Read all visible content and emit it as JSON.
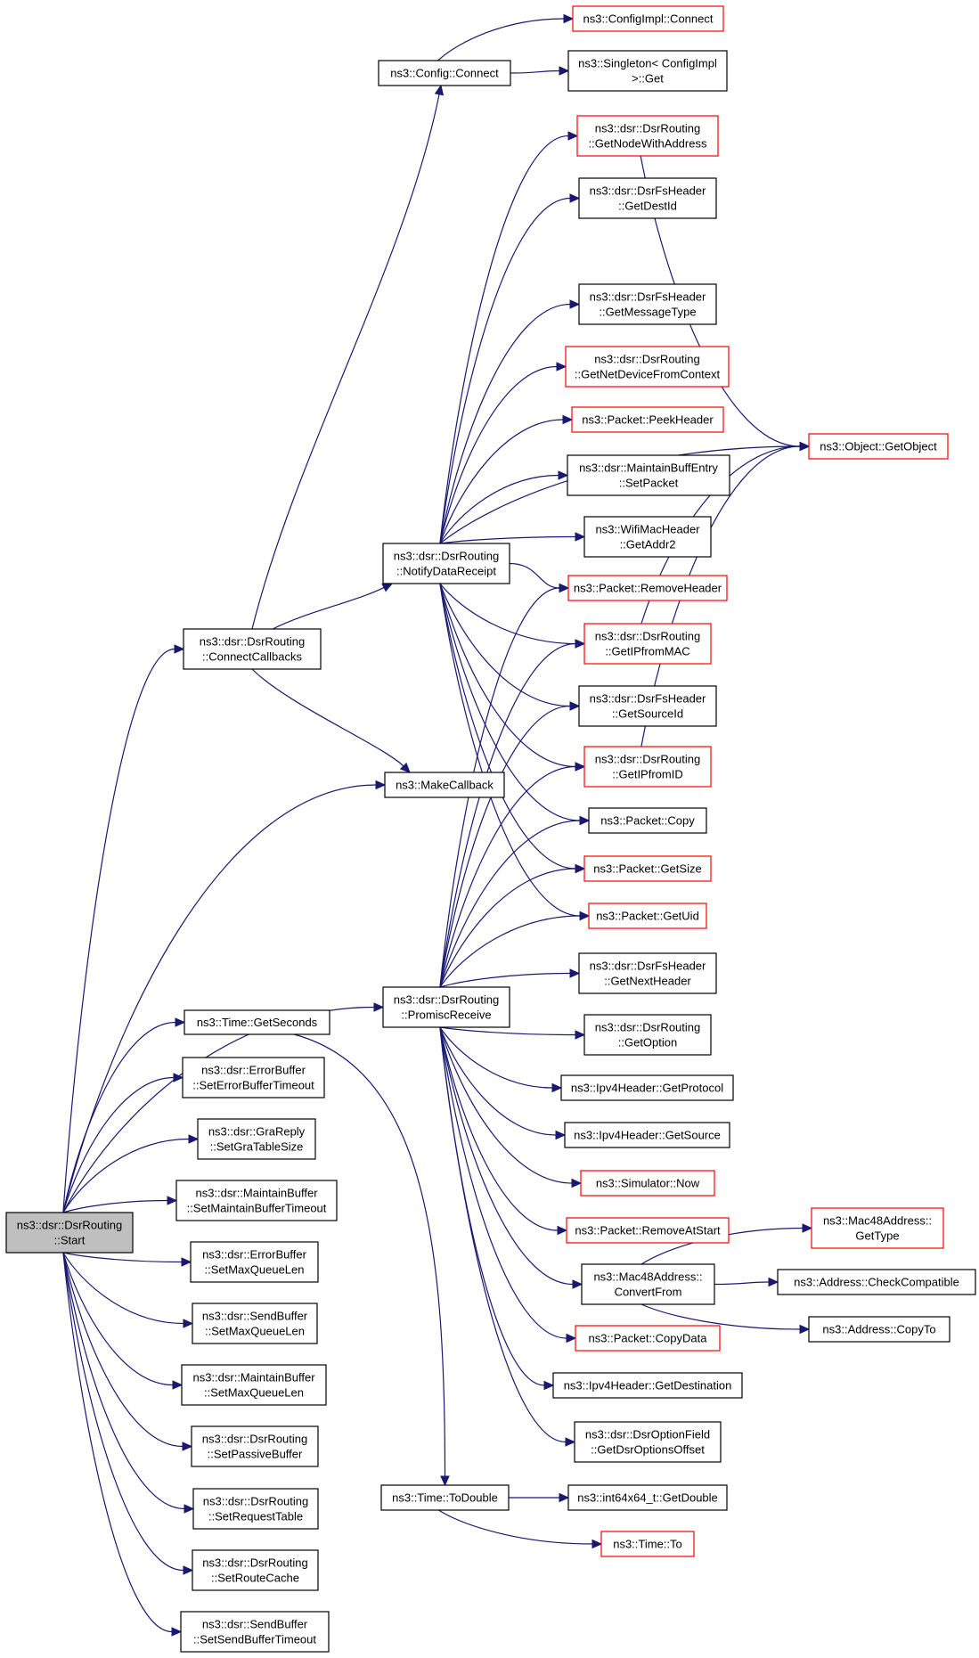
{
  "colors": {
    "edge": "#191970",
    "border_normal": "#000000",
    "border_truncated": "#ff0000",
    "root_fill": "#bfbfbf",
    "background": "#ffffff"
  },
  "nodes": [
    {
      "id": "start",
      "lines": [
        "ns3::dsr::DsrRouting",
        "::Start"
      ],
      "style": "root"
    },
    {
      "id": "connectCallbacks",
      "lines": [
        "ns3::dsr::DsrRouting",
        "::ConnectCallbacks"
      ],
      "style": "black"
    },
    {
      "id": "makeCallback",
      "lines": [
        "ns3::MakeCallback"
      ],
      "style": "black"
    },
    {
      "id": "promiscReceive",
      "lines": [
        "ns3::dsr::DsrRouting",
        "::PromiscReceive"
      ],
      "style": "black"
    },
    {
      "id": "getSeconds",
      "lines": [
        "ns3::Time::GetSeconds"
      ],
      "style": "black"
    },
    {
      "id": "setErrorBufferTimeout",
      "lines": [
        "ns3::dsr::ErrorBuffer",
        "::SetErrorBufferTimeout"
      ],
      "style": "black"
    },
    {
      "id": "setGraTableSize",
      "lines": [
        "ns3::dsr::GraReply",
        "::SetGraTableSize"
      ],
      "style": "black"
    },
    {
      "id": "setMaintainBufferTimeout",
      "lines": [
        "ns3::dsr::MaintainBuffer",
        "::SetMaintainBufferTimeout"
      ],
      "style": "black"
    },
    {
      "id": "setMaxQueueLenErr",
      "lines": [
        "ns3::dsr::ErrorBuffer",
        "::SetMaxQueueLen"
      ],
      "style": "black"
    },
    {
      "id": "setMaxQueueLenSend",
      "lines": [
        "ns3::dsr::SendBuffer",
        "::SetMaxQueueLen"
      ],
      "style": "black"
    },
    {
      "id": "setMaxQueueLenMaint",
      "lines": [
        "ns3::dsr::MaintainBuffer",
        "::SetMaxQueueLen"
      ],
      "style": "black"
    },
    {
      "id": "setPassiveBuffer",
      "lines": [
        "ns3::dsr::DsrRouting",
        "::SetPassiveBuffer"
      ],
      "style": "black"
    },
    {
      "id": "setRequestTable",
      "lines": [
        "ns3::dsr::DsrRouting",
        "::SetRequestTable"
      ],
      "style": "black"
    },
    {
      "id": "setRouteCache",
      "lines": [
        "ns3::dsr::DsrRouting",
        "::SetRouteCache"
      ],
      "style": "black"
    },
    {
      "id": "setSendBufferTimeout",
      "lines": [
        "ns3::dsr::SendBuffer",
        "::SetSendBufferTimeout"
      ],
      "style": "black"
    },
    {
      "id": "configConnect",
      "lines": [
        "ns3::Config::Connect"
      ],
      "style": "black"
    },
    {
      "id": "notifyDataReceipt",
      "lines": [
        "ns3::dsr::DsrRouting",
        "::NotifyDataReceipt"
      ],
      "style": "black"
    },
    {
      "id": "toDouble",
      "lines": [
        "ns3::Time::ToDouble"
      ],
      "style": "black"
    },
    {
      "id": "configImplConnect",
      "lines": [
        "ns3::ConfigImpl::Connect"
      ],
      "style": "red"
    },
    {
      "id": "singletonGet",
      "lines": [
        "ns3::Singleton< ConfigImpl",
        ">::Get"
      ],
      "style": "black"
    },
    {
      "id": "getNodeWithAddress",
      "lines": [
        "ns3::dsr::DsrRouting",
        "::GetNodeWithAddress"
      ],
      "style": "red"
    },
    {
      "id": "getDestId",
      "lines": [
        "ns3::dsr::DsrFsHeader",
        "::GetDestId"
      ],
      "style": "black"
    },
    {
      "id": "getMessageType",
      "lines": [
        "ns3::dsr::DsrFsHeader",
        "::GetMessageType"
      ],
      "style": "black"
    },
    {
      "id": "getNetDeviceFromContext",
      "lines": [
        "ns3::dsr::DsrRouting",
        "::GetNetDeviceFromContext"
      ],
      "style": "red"
    },
    {
      "id": "peekHeader",
      "lines": [
        "ns3::Packet::PeekHeader"
      ],
      "style": "red"
    },
    {
      "id": "setPacket",
      "lines": [
        "ns3::dsr::MaintainBuffEntry",
        "::SetPacket"
      ],
      "style": "black"
    },
    {
      "id": "getAddr2",
      "lines": [
        "ns3::WifiMacHeader",
        "::GetAddr2"
      ],
      "style": "black"
    },
    {
      "id": "removeHeader",
      "lines": [
        "ns3::Packet::RemoveHeader"
      ],
      "style": "red"
    },
    {
      "id": "getIPfromMAC",
      "lines": [
        "ns3::dsr::DsrRouting",
        "::GetIPfromMAC"
      ],
      "style": "red"
    },
    {
      "id": "getSourceId",
      "lines": [
        "ns3::dsr::DsrFsHeader",
        "::GetSourceId"
      ],
      "style": "black"
    },
    {
      "id": "getIPfromID",
      "lines": [
        "ns3::dsr::DsrRouting",
        "::GetIPfromID"
      ],
      "style": "red"
    },
    {
      "id": "packetCopy",
      "lines": [
        "ns3::Packet::Copy"
      ],
      "style": "black"
    },
    {
      "id": "getSize",
      "lines": [
        "ns3::Packet::GetSize"
      ],
      "style": "red"
    },
    {
      "id": "getUid",
      "lines": [
        "ns3::Packet::GetUid"
      ],
      "style": "red"
    },
    {
      "id": "getNextHeader",
      "lines": [
        "ns3::dsr::DsrFsHeader",
        "::GetNextHeader"
      ],
      "style": "black"
    },
    {
      "id": "getOption",
      "lines": [
        "ns3::dsr::DsrRouting",
        "::GetOption"
      ],
      "style": "black"
    },
    {
      "id": "getProtocol",
      "lines": [
        "ns3::Ipv4Header::GetProtocol"
      ],
      "style": "black"
    },
    {
      "id": "getSource",
      "lines": [
        "ns3::Ipv4Header::GetSource"
      ],
      "style": "black"
    },
    {
      "id": "simulatorNow",
      "lines": [
        "ns3::Simulator::Now"
      ],
      "style": "red"
    },
    {
      "id": "removeAtStart",
      "lines": [
        "ns3::Packet::RemoveAtStart"
      ],
      "style": "red"
    },
    {
      "id": "convertFrom",
      "lines": [
        "ns3::Mac48Address::",
        "ConvertFrom"
      ],
      "style": "black"
    },
    {
      "id": "copyData",
      "lines": [
        "ns3::Packet::CopyData"
      ],
      "style": "red"
    },
    {
      "id": "getDestination",
      "lines": [
        "ns3::Ipv4Header::GetDestination"
      ],
      "style": "black"
    },
    {
      "id": "getDsrOptionsOffset",
      "lines": [
        "ns3::dsr::DsrOptionField",
        "::GetDsrOptionsOffset"
      ],
      "style": "black"
    },
    {
      "id": "getDouble",
      "lines": [
        "ns3::int64x64_t::GetDouble"
      ],
      "style": "black"
    },
    {
      "id": "timeTo",
      "lines": [
        "ns3::Time::To"
      ],
      "style": "red"
    },
    {
      "id": "getObject",
      "lines": [
        "ns3::Object::GetObject"
      ],
      "style": "red"
    },
    {
      "id": "macGetType",
      "lines": [
        "ns3::Mac48Address::",
        "GetType"
      ],
      "style": "red"
    },
    {
      "id": "checkCompatible",
      "lines": [
        "ns3::Address::CheckCompatible"
      ],
      "style": "black"
    },
    {
      "id": "copyTo",
      "lines": [
        "ns3::Address::CopyTo"
      ],
      "style": "black"
    }
  ],
  "edges": [
    [
      "start",
      "connectCallbacks"
    ],
    [
      "start",
      "makeCallback"
    ],
    [
      "start",
      "promiscReceive"
    ],
    [
      "start",
      "getSeconds"
    ],
    [
      "start",
      "setErrorBufferTimeout"
    ],
    [
      "start",
      "setGraTableSize"
    ],
    [
      "start",
      "setMaintainBufferTimeout"
    ],
    [
      "start",
      "setMaxQueueLenErr"
    ],
    [
      "start",
      "setMaxQueueLenSend"
    ],
    [
      "start",
      "setMaxQueueLenMaint"
    ],
    [
      "start",
      "setPassiveBuffer"
    ],
    [
      "start",
      "setRequestTable"
    ],
    [
      "start",
      "setRouteCache"
    ],
    [
      "start",
      "setSendBufferTimeout"
    ],
    [
      "connectCallbacks",
      "configConnect"
    ],
    [
      "connectCallbacks",
      "notifyDataReceipt"
    ],
    [
      "connectCallbacks",
      "makeCallback"
    ],
    [
      "configConnect",
      "configImplConnect"
    ],
    [
      "configConnect",
      "singletonGet"
    ],
    [
      "getSeconds",
      "toDouble"
    ],
    [
      "toDouble",
      "getDouble"
    ],
    [
      "toDouble",
      "timeTo"
    ],
    [
      "notifyDataReceipt",
      "getNodeWithAddress"
    ],
    [
      "notifyDataReceipt",
      "getDestId"
    ],
    [
      "notifyDataReceipt",
      "getObject"
    ],
    [
      "notifyDataReceipt",
      "getMessageType"
    ],
    [
      "notifyDataReceipt",
      "getNetDeviceFromContext"
    ],
    [
      "notifyDataReceipt",
      "peekHeader"
    ],
    [
      "notifyDataReceipt",
      "setPacket"
    ],
    [
      "notifyDataReceipt",
      "getAddr2"
    ],
    [
      "notifyDataReceipt",
      "removeHeader"
    ],
    [
      "notifyDataReceipt",
      "getIPfromMAC"
    ],
    [
      "notifyDataReceipt",
      "getSourceId"
    ],
    [
      "notifyDataReceipt",
      "getIPfromID"
    ],
    [
      "notifyDataReceipt",
      "packetCopy"
    ],
    [
      "notifyDataReceipt",
      "getSize"
    ],
    [
      "notifyDataReceipt",
      "getUid"
    ],
    [
      "promiscReceive",
      "removeHeader"
    ],
    [
      "promiscReceive",
      "getIPfromMAC"
    ],
    [
      "promiscReceive",
      "getSourceId"
    ],
    [
      "promiscReceive",
      "getIPfromID"
    ],
    [
      "promiscReceive",
      "packetCopy"
    ],
    [
      "promiscReceive",
      "getSize"
    ],
    [
      "promiscReceive",
      "getUid"
    ],
    [
      "promiscReceive",
      "getNextHeader"
    ],
    [
      "promiscReceive",
      "getOption"
    ],
    [
      "promiscReceive",
      "getProtocol"
    ],
    [
      "promiscReceive",
      "getSource"
    ],
    [
      "promiscReceive",
      "simulatorNow"
    ],
    [
      "promiscReceive",
      "removeAtStart"
    ],
    [
      "promiscReceive",
      "convertFrom"
    ],
    [
      "promiscReceive",
      "copyData"
    ],
    [
      "promiscReceive",
      "getDestination"
    ],
    [
      "promiscReceive",
      "getDsrOptionsOffset"
    ],
    [
      "getNodeWithAddress",
      "getObject"
    ],
    [
      "getIPfromMAC",
      "getObject"
    ],
    [
      "getIPfromID",
      "getObject"
    ],
    [
      "convertFrom",
      "macGetType"
    ],
    [
      "convertFrom",
      "checkCompatible"
    ],
    [
      "convertFrom",
      "copyTo"
    ]
  ]
}
